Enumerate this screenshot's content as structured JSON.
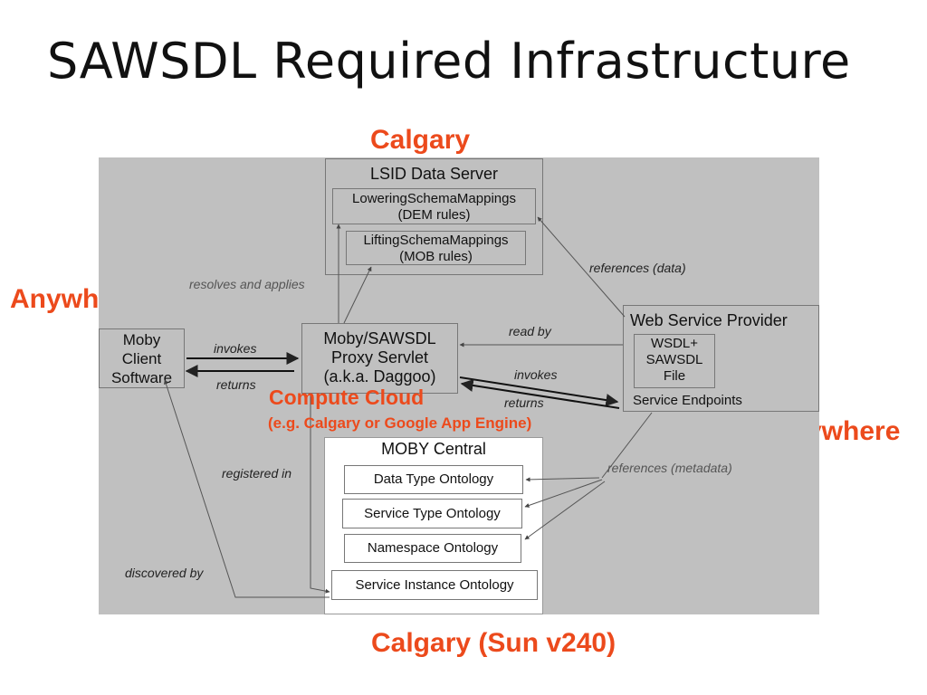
{
  "slide": {
    "title": "SAWSDL Required Infrastructure"
  },
  "locations": {
    "top": "Calgary",
    "left": "Anywhere",
    "right": "Anywhere",
    "bottom": "Calgary (Sun v240)",
    "cloud_line1": "Compute Cloud",
    "cloud_line2": "(e.g. Calgary or Google App Engine)"
  },
  "nodes": {
    "lsid": {
      "title": "LSID Data Server",
      "lowering_l1": "LoweringSchemaMappings",
      "lowering_l2": "(DEM rules)",
      "lifting_l1": "LiftingSchemaMappings",
      "lifting_l2": "(MOB rules)"
    },
    "client": {
      "l1": "Moby",
      "l2": "Client",
      "l3": "Software"
    },
    "proxy": {
      "l1": "Moby/SAWSDL",
      "l2": "Proxy Servlet",
      "l3": "(a.k.a. Daggoo)"
    },
    "provider": {
      "title": "Web Service Provider",
      "wsdl_l1": "WSDL+",
      "wsdl_l2": "SAWSDL",
      "wsdl_l3": "File",
      "endpoints": "Service Endpoints"
    },
    "central": {
      "title": "MOBY Central",
      "data_type": "Data Type Ontology",
      "service_type": "Service Type Ontology",
      "namespace": "Namespace Ontology",
      "service_instance": "Service Instance Ontology"
    }
  },
  "edge_labels": {
    "resolves": "resolves and applies",
    "references_data": "references (data)",
    "invokes_left": "invokes",
    "returns_left": "returns",
    "read_by": "read by",
    "invokes_right": "invokes",
    "returns_right": "returns",
    "registered_in": "registered in",
    "references_metadata": "references (metadata)",
    "discovered_by": "discovered by"
  },
  "colors": {
    "accent": "#ec4a1c",
    "diagram_bg": "#c0c0c0"
  }
}
